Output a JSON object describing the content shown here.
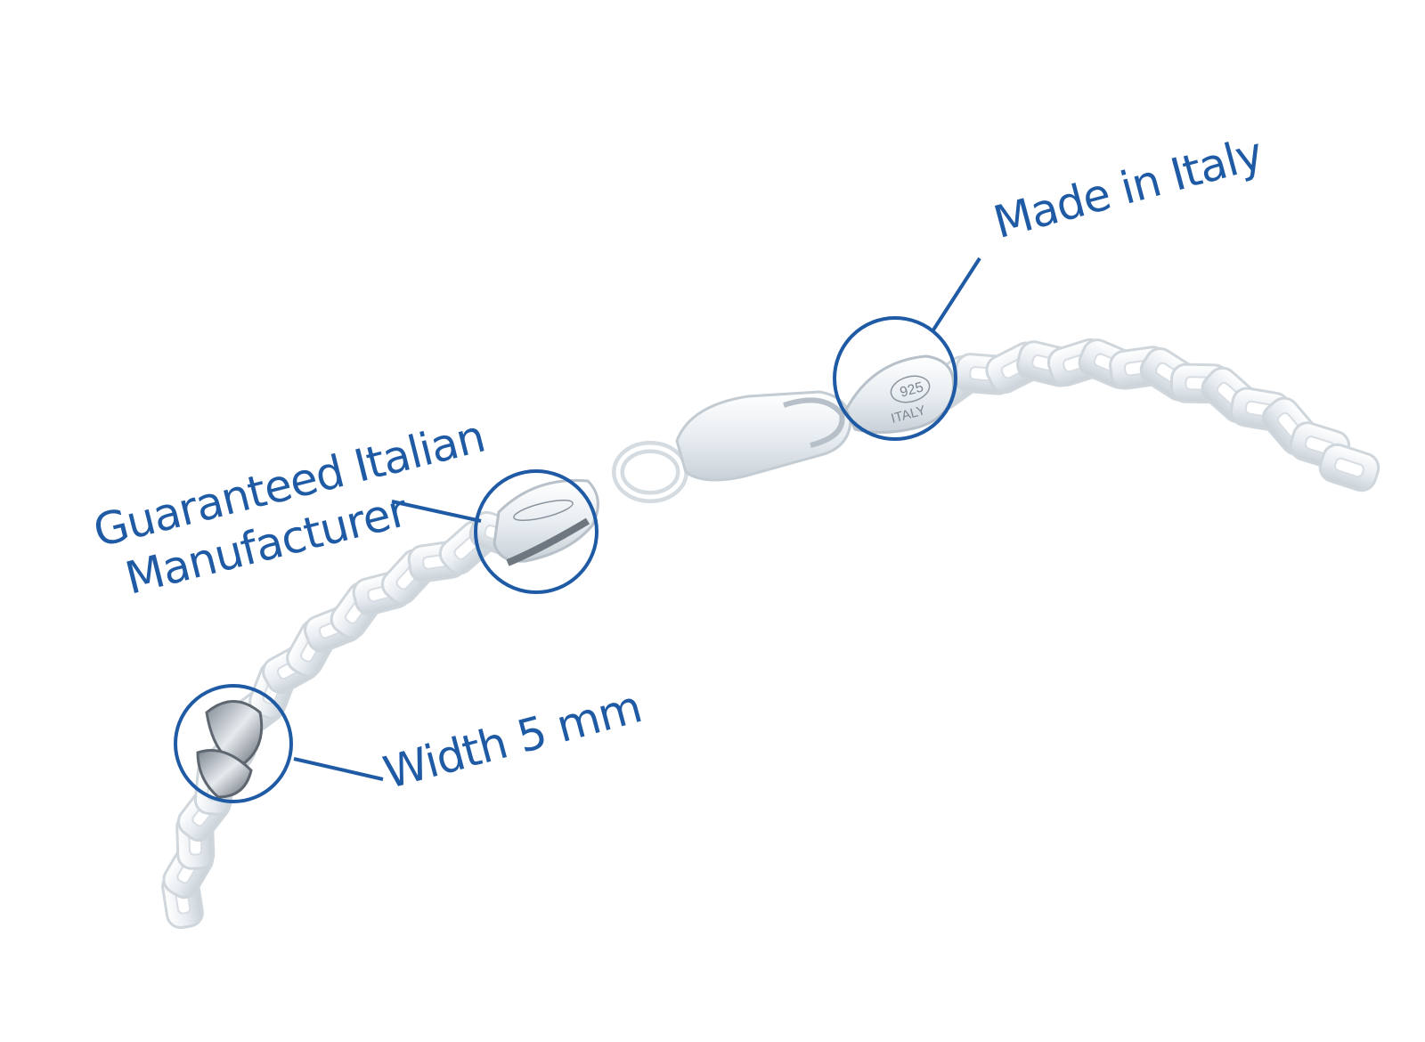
{
  "callouts": {
    "made_in_italy": "Made in Italy",
    "manufacturer_line1": "Guaranteed Italian",
    "manufacturer_line2": "Manufacturer",
    "width": "Width 5 mm"
  },
  "stamps": {
    "tag_number": "925",
    "tag_country": "ITALY"
  },
  "colors": {
    "callout_blue": "#1f5aa5",
    "silver": "#e9edf0",
    "silver_shadow": "#c6ced5"
  }
}
